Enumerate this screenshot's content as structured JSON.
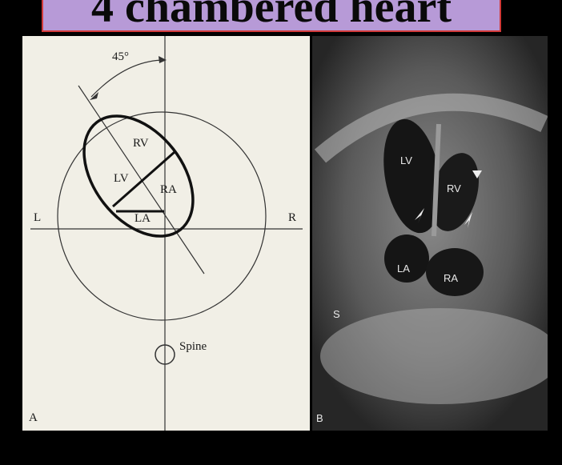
{
  "title": "4 chambered heart",
  "panel_a": {
    "angle": "45°",
    "left_mark": "L",
    "right_mark": "R",
    "chambers": {
      "rv": "RV",
      "lv": "LV",
      "ra": "RA",
      "la": "LA"
    },
    "spine": "Spine",
    "panel_letter": "A"
  },
  "panel_b": {
    "chambers": {
      "lv": "LV",
      "rv": "RV",
      "la": "LA",
      "ra": "RA"
    },
    "spine": "S",
    "panel_letter": "B"
  },
  "colors": {
    "background": "#000000",
    "title_fill": "#b79ad7",
    "title_border": "#d23a3a",
    "diagram_paper": "#f1efe6"
  }
}
